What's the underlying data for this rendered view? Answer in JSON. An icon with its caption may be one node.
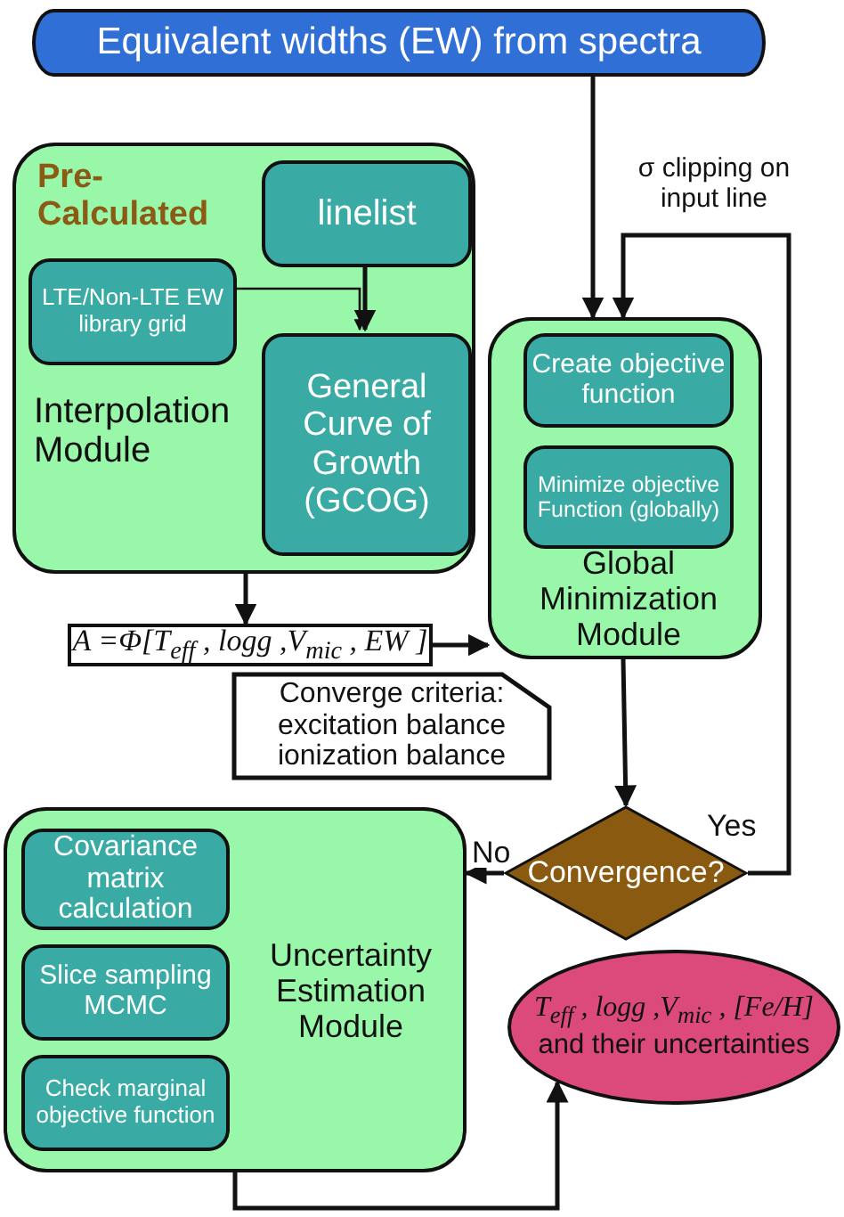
{
  "diagram": {
    "nodes": [
      {
        "text": [
          "Equivalent widths (EW) from spectra"
        ]
      },
      {
        "text": [
          "Pre-Calculated",
          "Interpolation Module"
        ]
      },
      {
        "text": [
          "linelist"
        ],
        "in": 1
      },
      {
        "text": [
          "LTE/Non-LTE EW library grid"
        ],
        "in": 1
      },
      {
        "text": [
          "General Curve of Growth (GCOG)"
        ],
        "in": 1
      },
      {
        "text": [
          "Global Minimization Module"
        ]
      },
      {
        "text": [
          "Create objective function"
        ],
        "in": 5
      },
      {
        "text": [
          "Minimize objective Function (globally)"
        ],
        "in": 5
      },
      {
        "text": [
          "A =Φ[T$_{eff}$ , logg ,V$_{mic}$ , EW ]"
        ]
      },
      {
        "text": [
          "Converge criteria: excitation balance ionization balance"
        ]
      },
      {
        "text": [
          "Convergence?"
        ]
      },
      {
        "text": [
          "Uncertainty Estimation Module"
        ]
      },
      {
        "text": [
          "Covariance matrix calculation"
        ],
        "in": 11
      },
      {
        "text": [
          "Slice sampling MCMC"
        ],
        "in": 11
      },
      {
        "text": [
          "Check marginal objective function"
        ],
        "in": 11
      },
      {
        "text": [
          "T$_{eff}$ , logg ,V$_{mic}$ , [Fe/H]",
          "and their uncertainties"
        ]
      }
    ],
    "edges": [
      {
        "from": 0,
        "to": 5,
        "arrow": "to"
      },
      {
        "from": 3,
        "to": 4,
        "arrow": "to"
      },
      {
        "from": 2,
        "to": 4,
        "arrow": "to"
      },
      {
        "from": 1,
        "to": 8,
        "arrow": "to"
      },
      {
        "from": 8,
        "to": 5,
        "arrow": "to"
      },
      {
        "from": 5,
        "to": 10,
        "arrow": "to"
      },
      {
        "from": 10,
        "to": 11,
        "arrow": "to",
        "label": "No"
      },
      {
        "from": 10,
        "to": 5,
        "arrow": "to",
        "label": "Yes"
      },
      {
        "from": 11,
        "to": 15,
        "arrow": "to"
      }
    ],
    "labels": [
      "σ clipping on input line"
    ]
  }
}
